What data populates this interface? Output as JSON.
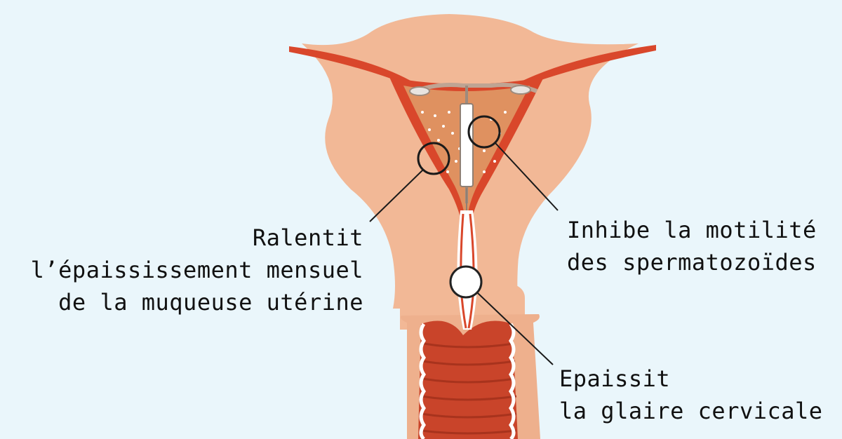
{
  "labels": {
    "endometrium": {
      "lines": [
        "Ralentit",
        "l’épaississement mensuel",
        "de la muqueuse utérine"
      ]
    },
    "sperm_motility": {
      "lines": [
        "Inhibe la motilité",
        "des spermatozoïdes"
      ]
    },
    "cervical_mucus": {
      "lines": [
        "Epaissit",
        "la glaire cervicale"
      ]
    }
  },
  "colors": {
    "background": "#eaf6fb",
    "uterus_tissue": "#f2b896",
    "uterus_shade": "#e89b7a",
    "lining_red": "#d9472b",
    "cavity": "#df9160",
    "vagina_red": "#c9442a",
    "device_white": "#ffffff",
    "callout": "#1a1a1a"
  }
}
